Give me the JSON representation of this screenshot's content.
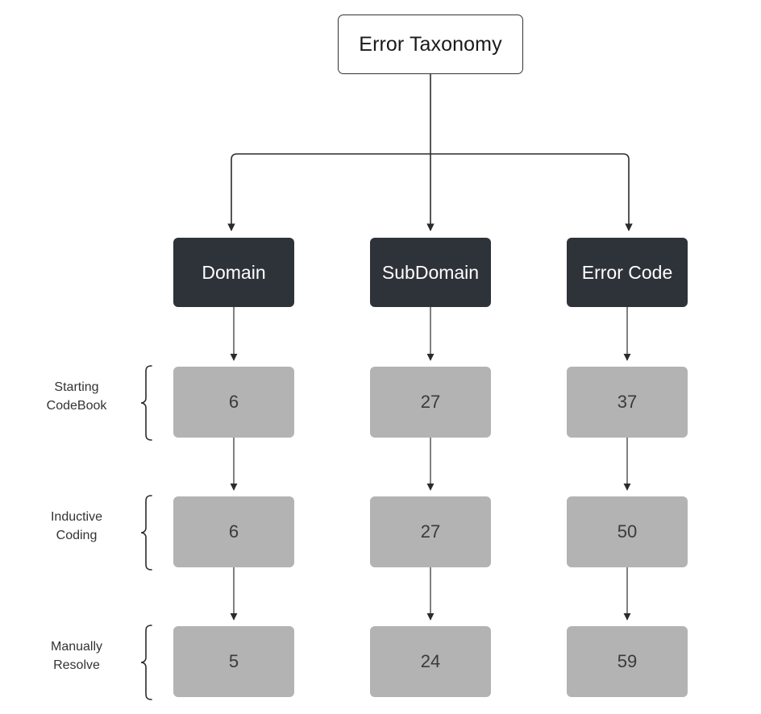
{
  "diagram": {
    "title": "Error Taxonomy",
    "type": "hierarchy-flowchart",
    "root": {
      "label": "Error Taxonomy"
    },
    "columns": [
      {
        "id": "domain",
        "label": "Domain"
      },
      {
        "id": "subdomain",
        "label": "SubDomain"
      },
      {
        "id": "errorcode",
        "label": "Error Code"
      }
    ],
    "rows": [
      {
        "id": "starting-codebook",
        "line1": "Starting",
        "line2": "CodeBook"
      },
      {
        "id": "inductive-coding",
        "line1": "Inductive",
        "line2": "Coding"
      },
      {
        "id": "manually-resolve",
        "line1": "Manually",
        "line2": "Resolve"
      }
    ],
    "counts": [
      {
        "row": "Starting CodeBook",
        "domain": "6",
        "subdomain": "27",
        "errorcode": "37"
      },
      {
        "row": "Inductive Coding",
        "domain": "6",
        "subdomain": "27",
        "errorcode": "50"
      },
      {
        "row": "Manually Resolve",
        "domain": "5",
        "subdomain": "24",
        "errorcode": "59"
      }
    ],
    "colors": {
      "background": "#ffffff",
      "root_fill": "#ffffff",
      "root_border": "#333333",
      "header_fill": "#2e3239",
      "header_text": "#ffffff",
      "count_fill": "#b3b3b3",
      "count_text": "#3a3a3a",
      "edge": "#2b2b2b",
      "label_text": "#333333"
    }
  }
}
